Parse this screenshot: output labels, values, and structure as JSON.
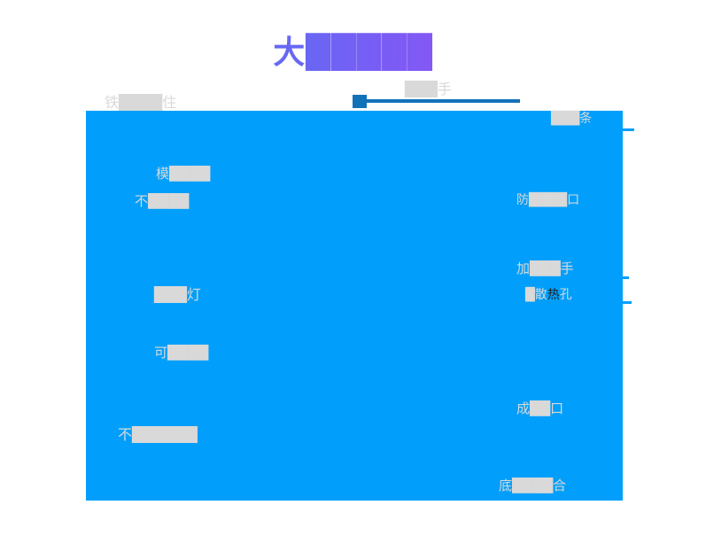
{
  "title": {
    "text": "大█████",
    "legible_first_char": "大",
    "gradient_from": "#2F8BF6",
    "gradient_to": "#C041F2"
  },
  "hero": {
    "description": "product-image-area",
    "background": "#019FFB"
  },
  "colors": {
    "hero_blue": "#019FFB",
    "leader_line_blue": "#1272B8",
    "label_gray": "#D9D9D9",
    "dark_glyph": "#222222",
    "page_background": "#FFFFFF"
  },
  "callouts": {
    "top_left": {
      "text": "铁████住"
    },
    "handle": {
      "text": "███手"
    },
    "top_right": {
      "text": "███条"
    },
    "simulate": {
      "text": "模████"
    },
    "no_harm": {
      "text": "不████"
    },
    "waterproof_port": {
      "text": "防████口"
    },
    "reinforced_handle": {
      "text": "加███手"
    },
    "vent_part_a": {
      "text": "█散"
    },
    "vent_part_b": {
      "text": "热"
    },
    "vent_part_c": {
      "text": "孔"
    },
    "night_lamp": {
      "text": "███灯"
    },
    "adjustable": {
      "text": "可████"
    },
    "bottom_port": {
      "text": "成██口"
    },
    "bottom_left": {
      "text": "不██████"
    },
    "bottom_right": {
      "text": "底████合"
    }
  },
  "leader": {
    "square_marker": "filled-square",
    "ticks_on_right_edge": 3
  }
}
